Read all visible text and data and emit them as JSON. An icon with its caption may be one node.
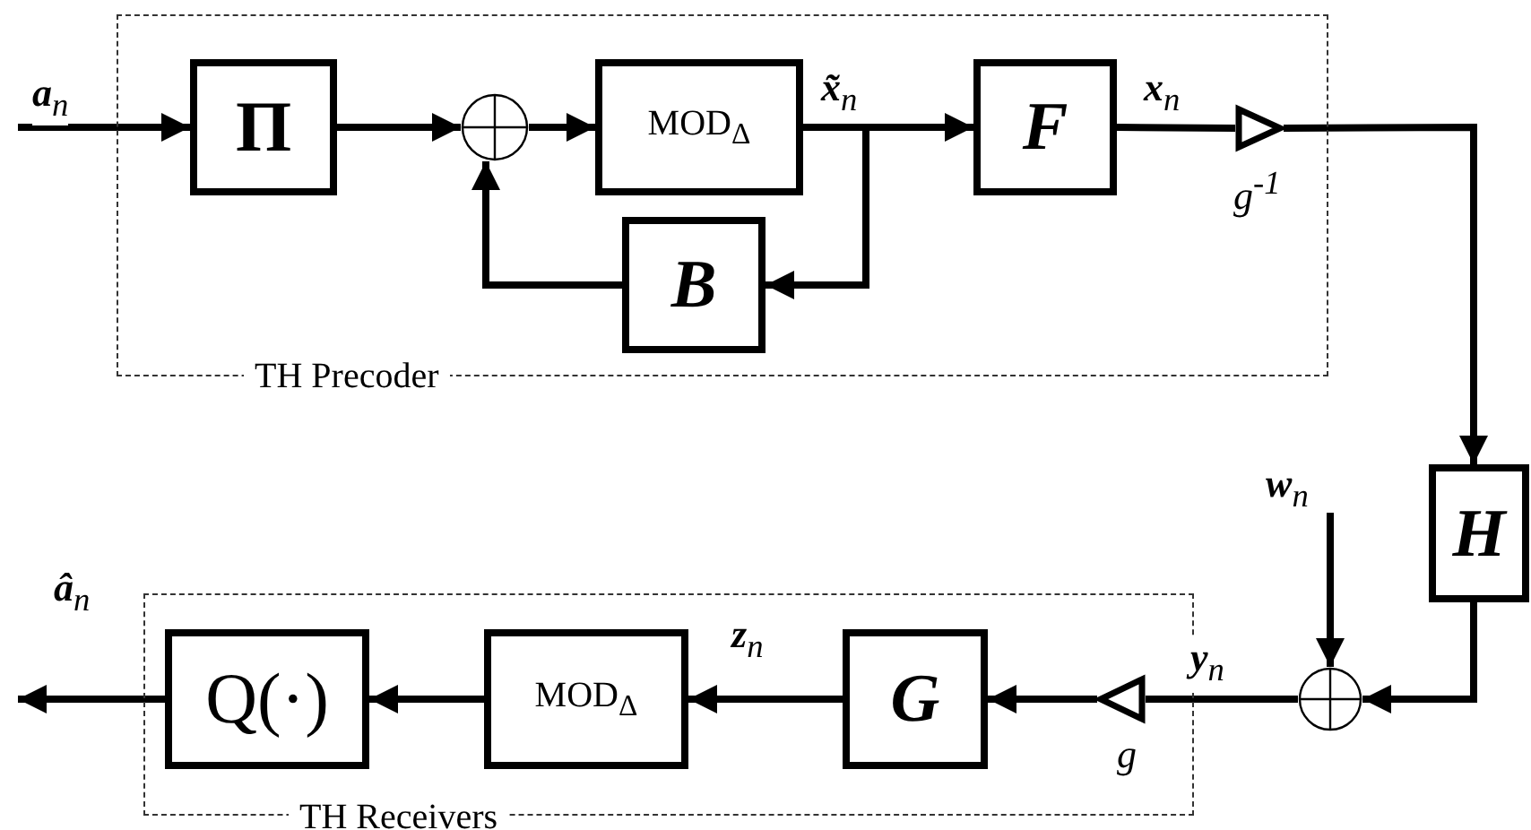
{
  "diagram": {
    "nodes": [
      {
        "text": [
          "TH Precoder"
        ]
      },
      {
        "text": [
          "Π"
        ],
        "in": 0
      },
      {
        "text": [],
        "shape": "circle",
        "in": 0
      },
      {
        "text": [
          "MOD$_{Δ}$"
        ],
        "in": 0
      },
      {
        "text": [
          "F"
        ],
        "in": 0
      },
      {
        "text": [
          "B"
        ],
        "in": 0
      },
      {
        "text": [],
        "shape": "triangle",
        "in": 0,
        "beside": [
          "g$^{-1}$"
        ]
      },
      {
        "text": [
          "H"
        ]
      },
      {
        "text": [],
        "shape": "circle"
      },
      {
        "text": [
          "TH Receivers"
        ]
      },
      {
        "text": [
          "Q(·)"
        ],
        "in": 9
      },
      {
        "text": [
          "MOD$_{Δ}$"
        ],
        "in": 9
      },
      {
        "text": [
          "G"
        ],
        "in": 9
      },
      {
        "text": [],
        "shape": "triangle",
        "in": 9,
        "beside": [
          "g"
        ]
      }
    ],
    "edges": [
      {
        "from": null,
        "to": 1,
        "arrow": "to",
        "label": "**a**$_{n}$"
      },
      {
        "from": 1,
        "to": 2,
        "arrow": "to"
      },
      {
        "from": 2,
        "to": 3,
        "arrow": "to"
      },
      {
        "from": 3,
        "to": 4,
        "arrow": "to",
        "label": "**x̃**$_{n}$"
      },
      {
        "from": 3,
        "to": 5,
        "arrow": "to"
      },
      {
        "from": 5,
        "to": 2,
        "arrow": "to"
      },
      {
        "from": 4,
        "to": 6,
        "arrow": "none",
        "label": "**x**$_{n}$"
      },
      {
        "from": 6,
        "to": 7,
        "arrow": "to"
      },
      {
        "from": 7,
        "to": 8,
        "arrow": "to"
      },
      {
        "from": null,
        "to": 8,
        "arrow": "to",
        "label": "**w**$_{n}$"
      },
      {
        "from": 8,
        "to": 13,
        "arrow": "none",
        "label": "**y**$_{n}$"
      },
      {
        "from": 13,
        "to": 12,
        "arrow": "to"
      },
      {
        "from": 12,
        "to": 11,
        "arrow": "to",
        "label": "**z**$_{n}$"
      },
      {
        "from": 11,
        "to": 10,
        "arrow": "to"
      },
      {
        "from": 10,
        "to": null,
        "arrow": "to",
        "label": "**â**$_{n}$"
      }
    ]
  }
}
